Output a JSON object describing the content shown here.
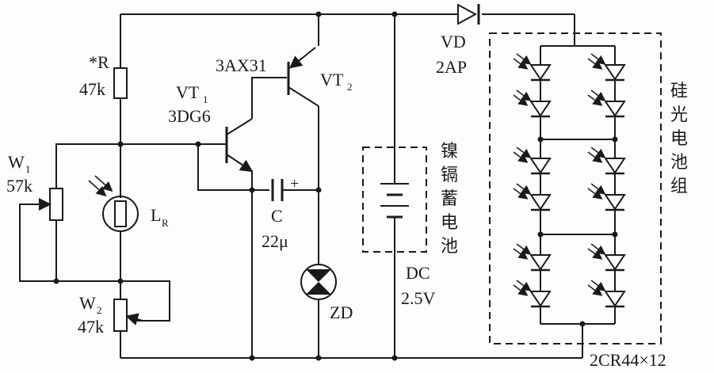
{
  "labels": {
    "r_name": "*R",
    "r_value": "47k",
    "w1_name": "W",
    "w1_sub": "1",
    "w1_value": "57k",
    "lr_name": "L",
    "lr_sub": "R",
    "w2_name": "W",
    "w2_sub": "2",
    "w2_value": "47k",
    "vt1_name": "VT",
    "vt1_sub": "1",
    "vt1_type": "3DG6",
    "vt2_type": "3AX31",
    "vt2_name": "VT",
    "vt2_sub": "2",
    "c_name": "C",
    "c_value": "22μ",
    "c_plus": "+",
    "zd_name": "ZD",
    "vd_name": "VD",
    "vd_type": "2AP",
    "battery_chars": [
      "镍",
      "镉",
      "蓄",
      "电",
      "池"
    ],
    "dc_name": "DC",
    "dc_value": "2.5V",
    "solar_chars": [
      "硅",
      "光",
      "电",
      "池",
      "组"
    ],
    "solar_type": "2CR44×12"
  }
}
